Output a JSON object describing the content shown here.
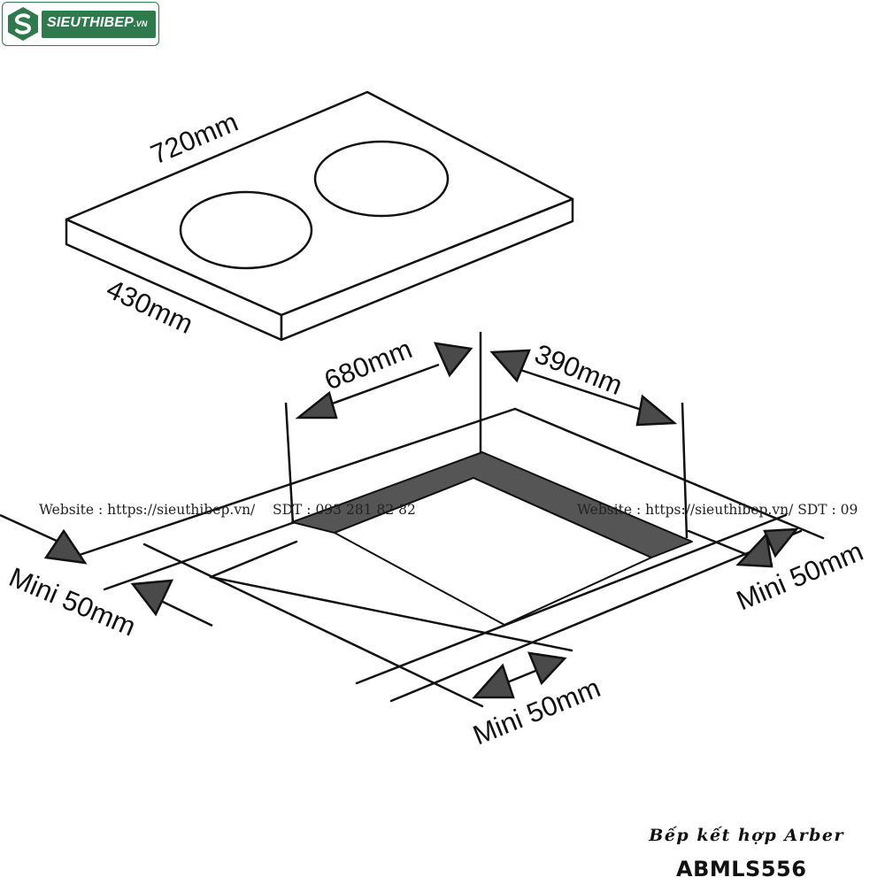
{
  "logo": {
    "brand": "SIEUTHIBEP",
    "domain": ".VN",
    "colors": {
      "green": "#2e7a4c"
    }
  },
  "dimensions": {
    "hob_width": "720mm",
    "hob_depth": "430mm",
    "cutout_width": "680mm",
    "cutout_depth": "390mm",
    "clearance_left": "Mini 50mm",
    "clearance_right": "Mini 50mm",
    "clearance_front": "Mini 50mm"
  },
  "watermark": {
    "line_1": "Website : https://sieuthibep.vn/    SDT : 093 281 82 82",
    "line_2": "Website : https://sieuthibep.vn/ SDT : 09"
  },
  "product": {
    "subtitle": "Bếp kết hợp Arber",
    "model": "ABMLS556"
  },
  "colors": {
    "line": "#111111",
    "arrow": "#4a4a4a",
    "cutout_fill": "#555555"
  }
}
